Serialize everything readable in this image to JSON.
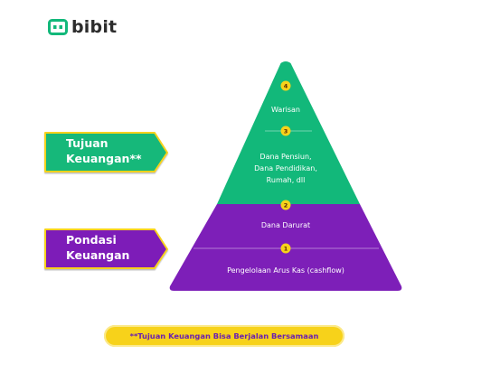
{
  "brand": {
    "name": "bibit"
  },
  "colors": {
    "green": "#12b87a",
    "purple": "#7d1fb8",
    "yellow": "#f7d21a",
    "badge_text": "#5a2a00"
  },
  "left_labels": [
    {
      "line1": "Tujuan",
      "line2": "Keuangan**"
    },
    {
      "line1": "Pondasi",
      "line2": "Keuangan"
    }
  ],
  "pyramid": {
    "levels": [
      {
        "number": "4",
        "lines": [
          "Warisan"
        ]
      },
      {
        "number": "3",
        "lines": [
          "Dana Pensiun,",
          "Dana Pendidikan,",
          "Rumah, dll"
        ]
      },
      {
        "number": "2",
        "lines": [
          "Dana Darurat"
        ]
      },
      {
        "number": "1",
        "lines": [
          "Pengelolaan Arus Kas (cashflow)"
        ]
      }
    ]
  },
  "footnote": "**Tujuan Keuangan Bisa Berjalan Bersamaan"
}
